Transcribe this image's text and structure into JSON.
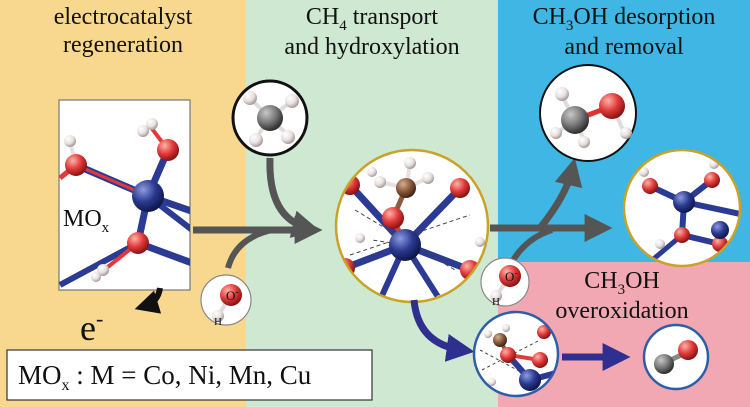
{
  "panels": {
    "regeneration": {
      "title_line1": "electrocatalyst",
      "title_line2": "regeneration",
      "color": "#F8D88E"
    },
    "transport": {
      "title_base_1": "CH",
      "title_sub_1": "4",
      "title_rest_1": " transport",
      "title_line2": "and hydroxylation",
      "color": "#CFE8D2"
    },
    "desorption": {
      "title_base_1": "CH",
      "title_sub_1": "3",
      "title_rest_1": "OH desorption",
      "title_line2": "and removal",
      "color": "#3FB6E3"
    },
    "overoxidation": {
      "title_base_1": "CH",
      "title_sub_1": "3",
      "title_rest_1": "OH",
      "title_line2": "overoxidation",
      "color": "#F2A8B3"
    }
  },
  "labels": {
    "mox_base": "MO",
    "mox_sub": "x",
    "electron_base": "e",
    "electron_sup": "-",
    "formula_base": "MO",
    "formula_sub": "x",
    "formula_rest": " : M = Co, Ni, Mn, Cu",
    "hydroxyl_o": "O",
    "hydroxyl_charge": "-",
    "hydroxyl_h": "H"
  },
  "colors": {
    "metal": "#2B3A92",
    "oxygen": "#E03A3A",
    "hydrogen": "#F2F2F2",
    "carbon": "#7A7A7A",
    "carbon_bound": "#8B5A3C",
    "arrow_main": "#555555",
    "arrow_blue": "#2E2F8F",
    "circle_rim": "#C9A227"
  }
}
